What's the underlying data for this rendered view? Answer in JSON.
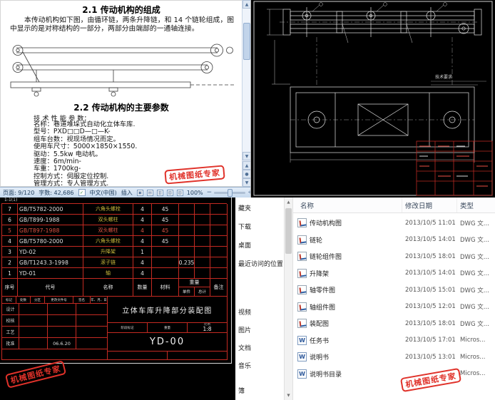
{
  "watermark": {
    "text": "机械图纸专家",
    "color": "#e0322a"
  },
  "word": {
    "heading1": "2.1 传动机构的组成",
    "paragraph": "本传动机构如下图，由循环链，两条升降链，和 14 个链轮组成，图中显示的是对称结构的一部分，两部分由端部的一通轴连接。",
    "heading2": "2.2 传动机构的主要参数",
    "spec_title": "技 术 性 能 参 数：",
    "specs": [
      "名称：巷道堆垛式自动化立体车库.",
      "型号：PXD□□D—□—K-",
      "组车台数：视现场情况而定。",
      "使用车尺寸：5000×1850×1550.",
      "驱动：5.5kw 电动机。",
      "速度：6m/min-",
      "车重：1700kg-",
      "控制方式：伺服定位控制.",
      "管理方式：专人管理方式."
    ],
    "status": {
      "page": "页面: 9/120",
      "words": "字数: 42,686",
      "lang": "中文(中国)",
      "mode": "插入",
      "zoom": "100%"
    }
  },
  "cad": {
    "tech_note": "技术要求"
  },
  "bom": {
    "sheet_note": "1-1(1)",
    "rows": [
      {
        "seq": "7",
        "code": "GB/T5782-2000",
        "name": "六角头螺栓",
        "qty": "4",
        "mat": "45",
        "unit": ""
      },
      {
        "seq": "6",
        "code": "GB/T899-1988",
        "name": "双头螺柱",
        "qty": "4",
        "mat": "45",
        "unit": ""
      },
      {
        "seq": "5",
        "code": "GB/T897-1988",
        "name": "双头螺柱",
        "qty": "4",
        "mat": "45",
        "unit": ""
      },
      {
        "seq": "4",
        "code": "GB/T5780-2000",
        "name": "六角头螺栓",
        "qty": "4",
        "mat": "45",
        "unit": ""
      },
      {
        "seq": "3",
        "code": "YD-02",
        "name": "升降架",
        "qty": "1",
        "mat": "",
        "unit": ""
      },
      {
        "seq": "2",
        "code": "GB/T1243.3-1998",
        "name": "滚子链",
        "qty": "4",
        "mat": "",
        "unit": "0.235"
      },
      {
        "seq": "1",
        "code": "YD-01",
        "name": "轴",
        "qty": "4",
        "mat": "",
        "unit": ""
      }
    ],
    "header": {
      "seq": "序号",
      "code": "代号",
      "name": "名称",
      "qty": "数量",
      "mat": "材料",
      "weight": "重量",
      "unit": "单件",
      "total": "总计",
      "note": "备注"
    },
    "tb": {
      "row1": [
        "标记",
        "处数",
        "分区",
        "更改文件号",
        "签名",
        "年、月、日"
      ],
      "roles": [
        "设计",
        "校核",
        "工艺",
        "批准"
      ],
      "date": "06.6.20",
      "stage": "阶段标记",
      "weight": "重量",
      "scale_label": "比例",
      "scale": "1:8",
      "title": "立体车库升降部分装配图",
      "drawing_no": "YD-00"
    }
  },
  "explorer": {
    "sidebar": [
      "藏夹",
      "下载",
      "桌面",
      "最近访问的位置",
      "视频",
      "图片",
      "文档",
      "音乐",
      "簿"
    ],
    "columns": {
      "name": "名称",
      "date": "修改日期",
      "type": "类型"
    },
    "files": [
      {
        "name": "传动机构图",
        "date": "2013/10/5 11:01",
        "type": "DWG 文..."
      },
      {
        "name": "链轮",
        "date": "2013/10/5 14:01",
        "type": "DWG 文..."
      },
      {
        "name": "链轮组件图",
        "date": "2013/10/5 18:01",
        "type": "DWG 文..."
      },
      {
        "name": "升降架",
        "date": "2013/10/5 14:01",
        "type": "DWG 文..."
      },
      {
        "name": "轴零件图",
        "date": "2013/10/5 15:01",
        "type": "DWG 文..."
      },
      {
        "name": "轴组件图",
        "date": "2013/10/5 12:01",
        "type": "DWG 文..."
      },
      {
        "name": "装配图",
        "date": "2013/10/5 18:01",
        "type": "DWG 文..."
      },
      {
        "name": "任务书",
        "date": "2013/10/5 17:01",
        "type": "Micros..."
      },
      {
        "name": "说明书",
        "date": "2013/10/5 13:01",
        "type": "Micros..."
      },
      {
        "name": "说明书目录",
        "date": "",
        "type": "Micros..."
      }
    ]
  }
}
